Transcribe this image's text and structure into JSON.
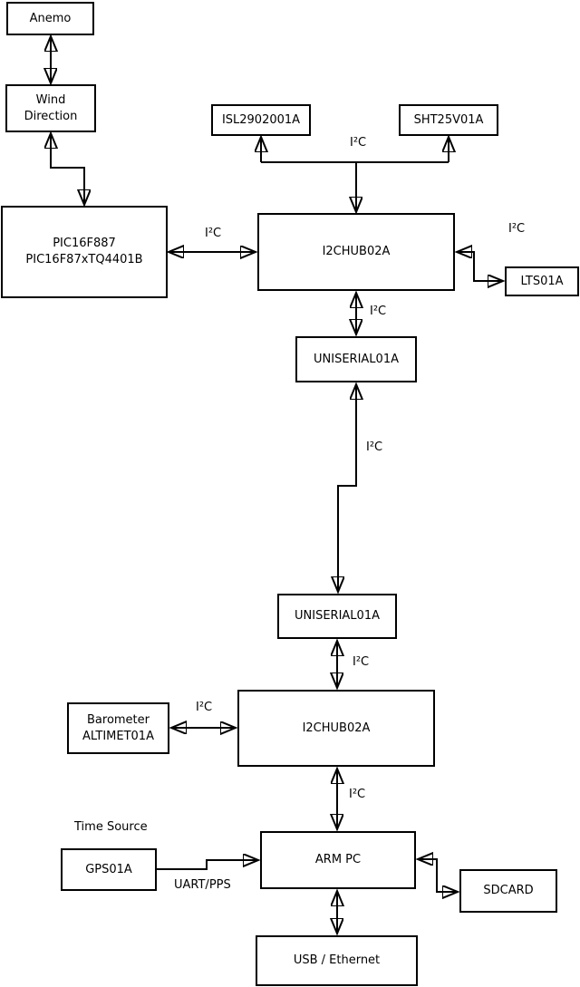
{
  "diagram": {
    "background_color": "#ffffff",
    "line_color": "#000000",
    "boxes": {
      "anemo": {
        "label": "Anemo"
      },
      "wind_direction": {
        "label": "Wind\nDirection"
      },
      "pic": {
        "label": "PIC16F887\nPIC16F87xTQ4401B"
      },
      "isl": {
        "label": "ISL2902001A"
      },
      "sht": {
        "label": "SHT25V01A"
      },
      "i2chub_top": {
        "label": "I2CHUB02A"
      },
      "lts": {
        "label": "LTS01A"
      },
      "uniserial_top": {
        "label": "UNISERIAL01A"
      },
      "uniserial_bottom": {
        "label": "UNISERIAL01A"
      },
      "i2chub_bottom": {
        "label": "I2CHUB02A"
      },
      "barometer": {
        "label": "Barometer\nALTIMET01A"
      },
      "gps": {
        "label": "GPS01A"
      },
      "arm_pc": {
        "label": "ARM PC"
      },
      "sdcard": {
        "label": "SDCARD"
      },
      "usb_ethernet": {
        "label": "USB / Ethernet"
      }
    },
    "edge_labels": {
      "i2c": "I²C",
      "uart_pps": "UART/PPS",
      "time_source": "Time Source"
    }
  }
}
